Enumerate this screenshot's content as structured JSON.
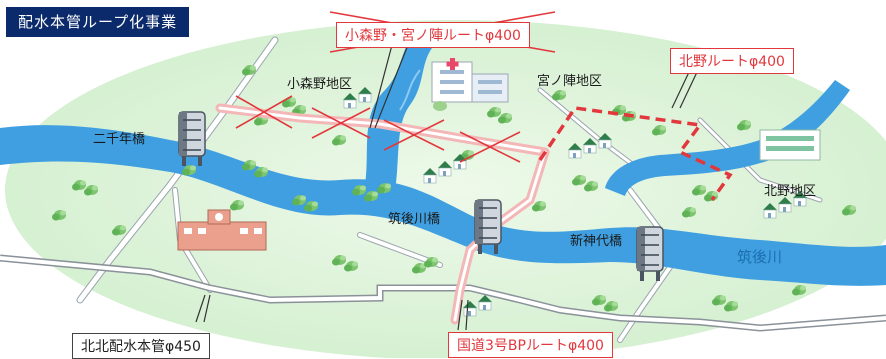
{
  "title": "配水本管ループ化事業",
  "places": {
    "komorino": "小森野地区",
    "miyanojin": "宮ノ陣地区",
    "kitano": "北野地区"
  },
  "bridges": {
    "nisennen": "二千年橋",
    "chikugogawa": "筑後川橋",
    "shinjindai": "新神代橋"
  },
  "river": "筑後川",
  "routes": {
    "komorino_miyanojin": "小森野・宮ノ陣ルートφ400",
    "kitano": "北野ルートφ400",
    "kokudo3": "国道3号BPルートφ400",
    "kitakita": "北北配水本管φ450"
  },
  "colors": {
    "route_red": "#e2383d",
    "river_blue": "#3f9fe0",
    "land_green": "#daf2d6",
    "title_navy": "#0b2a6b"
  },
  "icons": {
    "hospital": "hospital-icon",
    "school": "school-icon",
    "houses": "house-icon",
    "trees": "tree-icon",
    "bridge": "bridge-icon"
  }
}
